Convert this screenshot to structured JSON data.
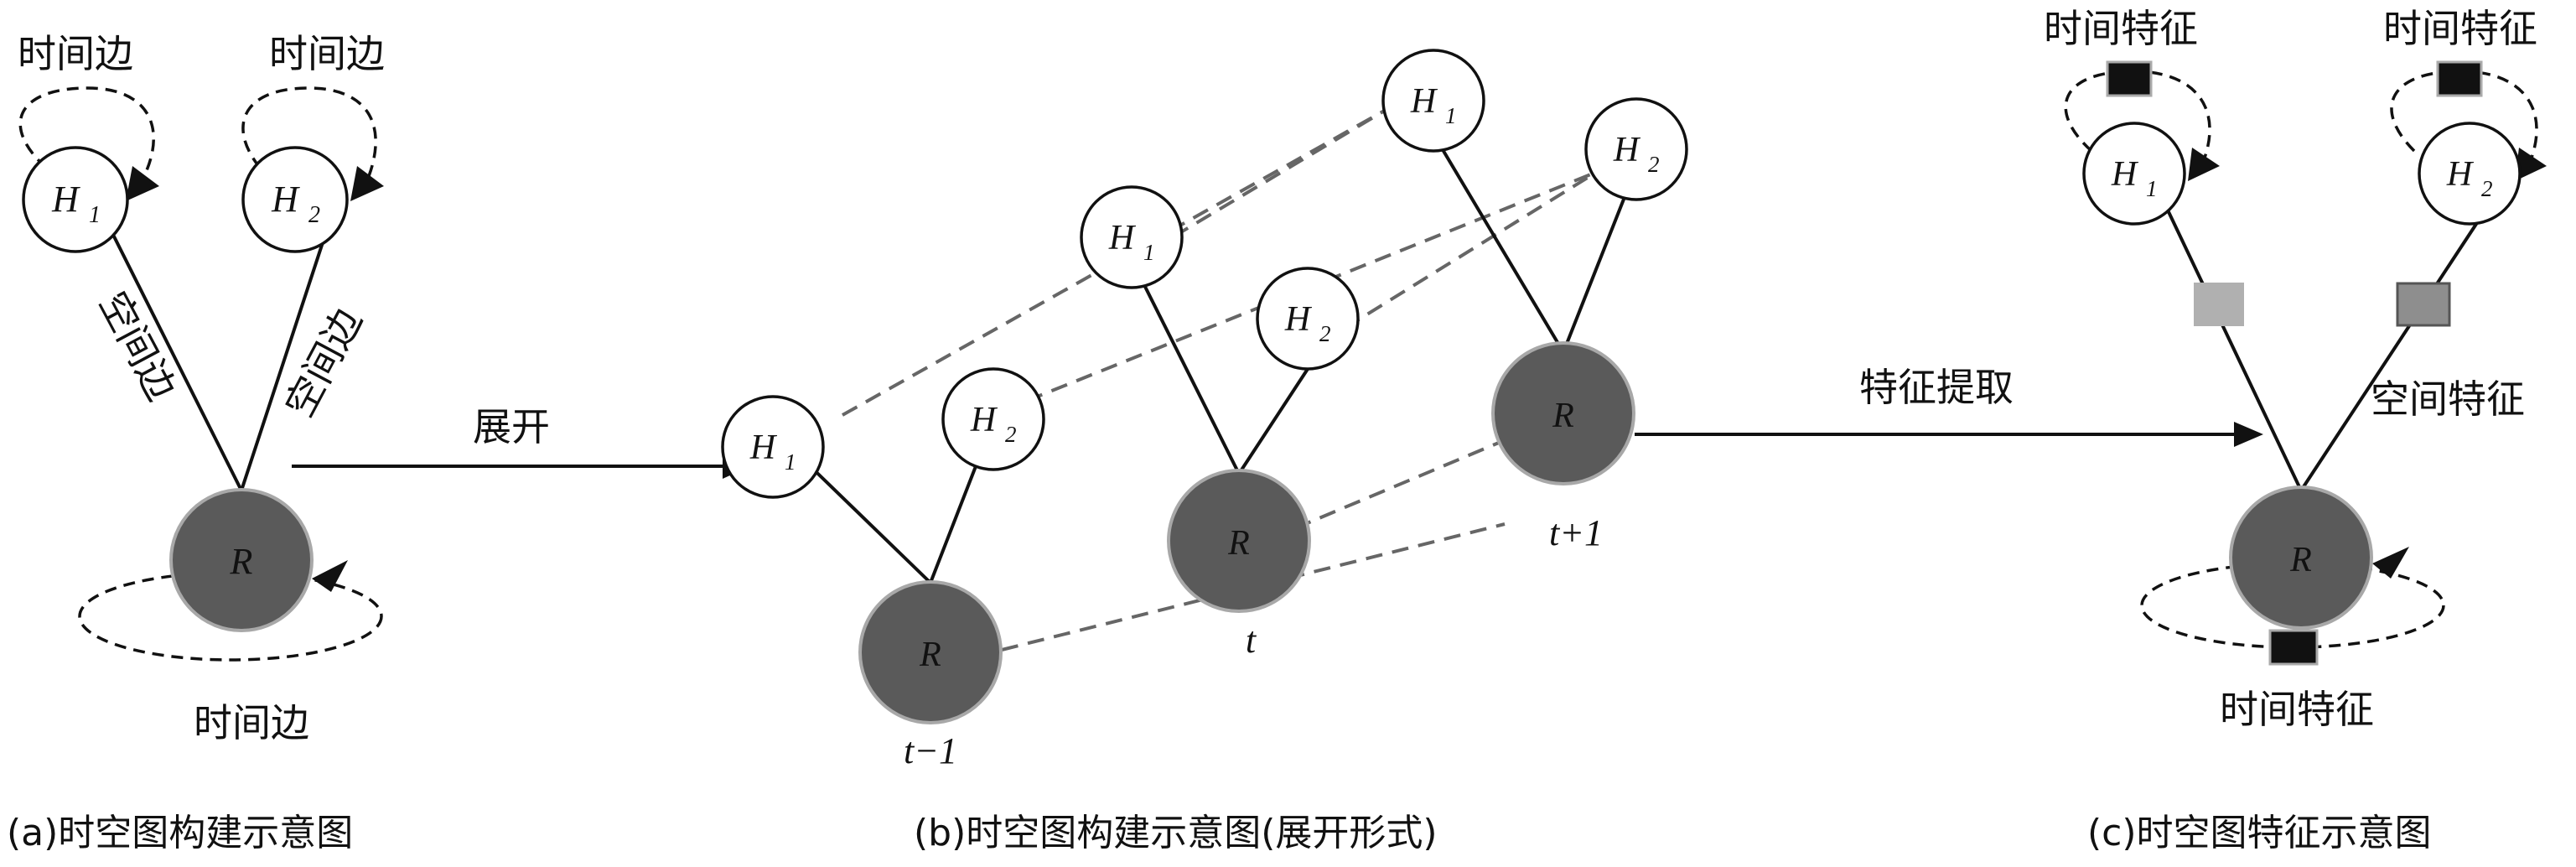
{
  "colors": {
    "hidden_node_fill": "#ffffff",
    "root_node_fill": "#5a5a5a",
    "root_node_stroke": "#a8a8a8",
    "edge": "#111111",
    "dashed_temporal": "#666666",
    "feature_black": "#111111",
    "feature_gray": "#b0b0b0",
    "feature_gray2": "#8e8e8e"
  },
  "nodes": {
    "h1_main": "H",
    "h1_sub": "1",
    "h2_main": "H",
    "h2_sub": "2",
    "r": "R"
  },
  "panel_a": {
    "temporal_edge_h1": "时间边",
    "temporal_edge_h2": "时间边",
    "spatial_edge_left": "空间边",
    "spatial_edge_right": "空间边",
    "temporal_edge_r": "时间边",
    "caption": "(a)时空图构建示意图"
  },
  "arrow_unfold": {
    "label": "展开"
  },
  "panel_b": {
    "t_prev": "t−1",
    "t_curr": "t",
    "t_next": "t+1",
    "caption": "(b)时空图构建示意图(展开形式)"
  },
  "arrow_extract": {
    "label": "特征提取"
  },
  "panel_c": {
    "temporal_feature_h1": "时间特征",
    "temporal_feature_h2": "时间特征",
    "spatial_feature": "空间特征",
    "temporal_feature_r": "时间特征",
    "caption": "(c)时空图特征示意图"
  },
  "icons": {
    "self_loop": "dashed-self-loop-arrow-icon",
    "arrowhead": "arrowhead-icon",
    "feature_square": "feature-square-icon"
  }
}
